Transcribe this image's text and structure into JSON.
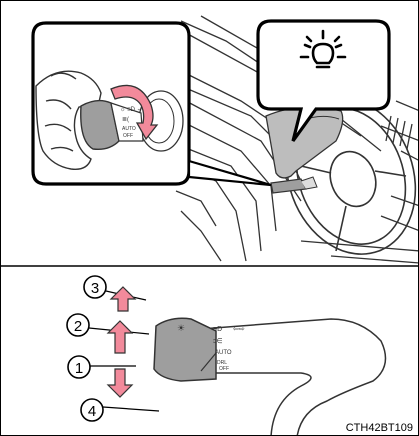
{
  "figure": {
    "top_panel": {
      "indicator_icon": "headlight-on-indicator-icon"
    },
    "bottom_panel": {
      "positions": [
        {
          "id": "3",
          "label": "3"
        },
        {
          "id": "2",
          "label": "2"
        },
        {
          "id": "1",
          "label": "1"
        },
        {
          "id": "4",
          "label": "4"
        }
      ],
      "switch_markings": {
        "auto": "AUTO",
        "drl": "DRL",
        "off": "OFF"
      }
    },
    "code": "CTH42BT109"
  }
}
